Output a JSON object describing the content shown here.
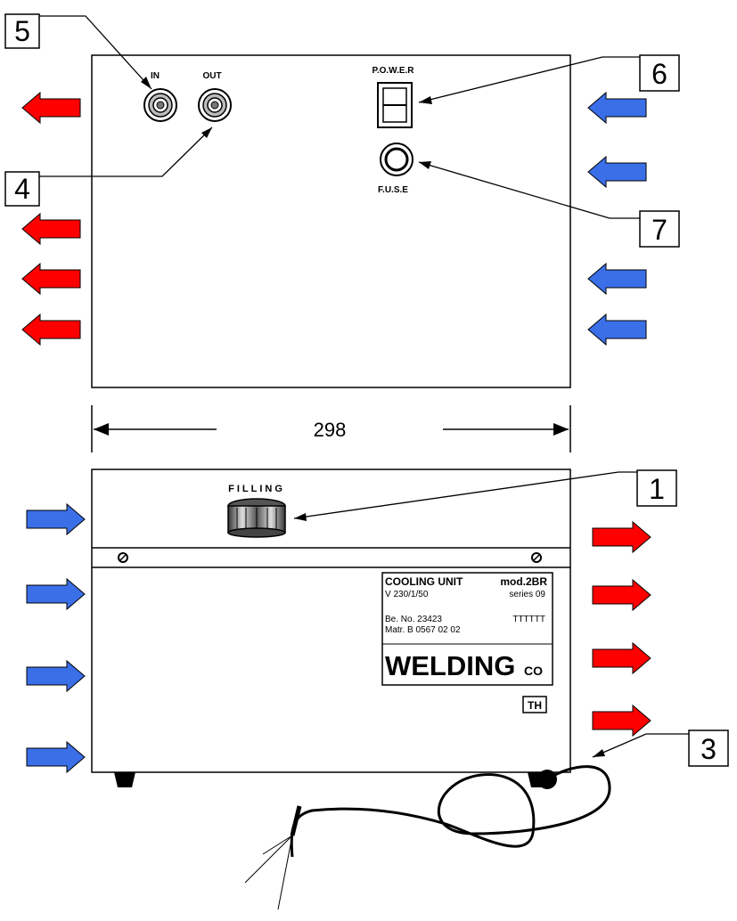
{
  "top_view": {
    "in_label": "IN",
    "out_label": "OUT",
    "power_label": "P.O.W.E.R",
    "fuse_label": "F.U.S.E"
  },
  "dimension": {
    "width_value": "298"
  },
  "front_view": {
    "filling_label": "FILLING",
    "nameplate": {
      "title": "COOLING UNIT",
      "model": "mod.2BR",
      "voltage": "V 230/1/50",
      "series": "series 09",
      "be_no": "Be. No. 23423",
      "code": "TTTTTT",
      "matr": "Matr. B 0567 02 02",
      "brand": "WELDING",
      "brand_suffix": "CO"
    },
    "badge": "TH"
  },
  "callouts": {
    "c1": "1",
    "c3": "3",
    "c4": "4",
    "c5": "5",
    "c6": "6",
    "c7": "7"
  },
  "colors": {
    "hot_arrow": "#ff0000",
    "cold_arrow": "#3a6fe8",
    "outline": "#000000"
  }
}
